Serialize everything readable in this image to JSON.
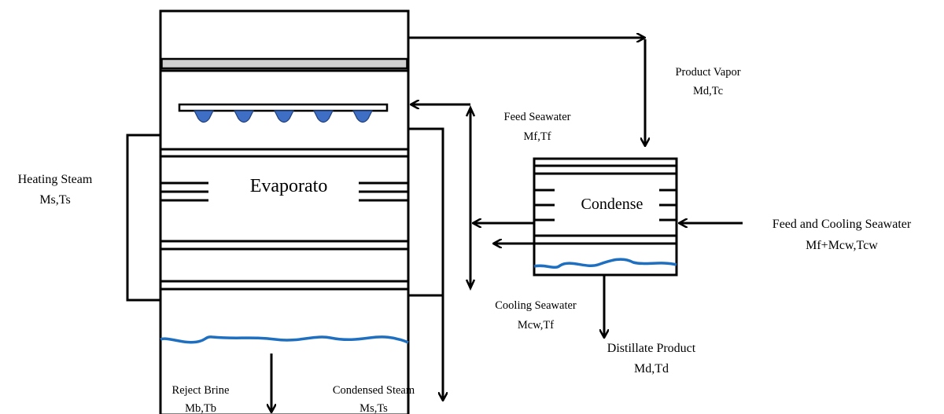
{
  "diagram": {
    "evaporator_label": "Evaporato",
    "condenser_label": "Condense",
    "labels": {
      "heating_steam": [
        "Heating Steam",
        "Ms,Ts"
      ],
      "product_vapor": [
        "Product Vapor",
        "Md,Tc"
      ],
      "feed_seawater": [
        "Feed Seawater",
        "Mf,Tf"
      ],
      "feed_cooling": [
        "Feed and Cooling Seawater",
        "Mf+Mcw,Tcw"
      ],
      "cooling_seawater": [
        "Cooling Seawater",
        "Mcw,Tf"
      ],
      "distillate": [
        "Distillate Product",
        "Md,Td"
      ],
      "reject_brine": [
        "Reject Brine",
        "Mb,Tb"
      ],
      "condensed_steam": [
        "Condensed Steam",
        "Ms,Ts"
      ]
    },
    "colors": {
      "water": "#1f6fc0",
      "nozzle": "#3e6fc4",
      "demister": "#d0d0d0",
      "line": "#000000"
    },
    "icons": {
      "spray_nozzle": "spray-nozzle-icon"
    }
  }
}
